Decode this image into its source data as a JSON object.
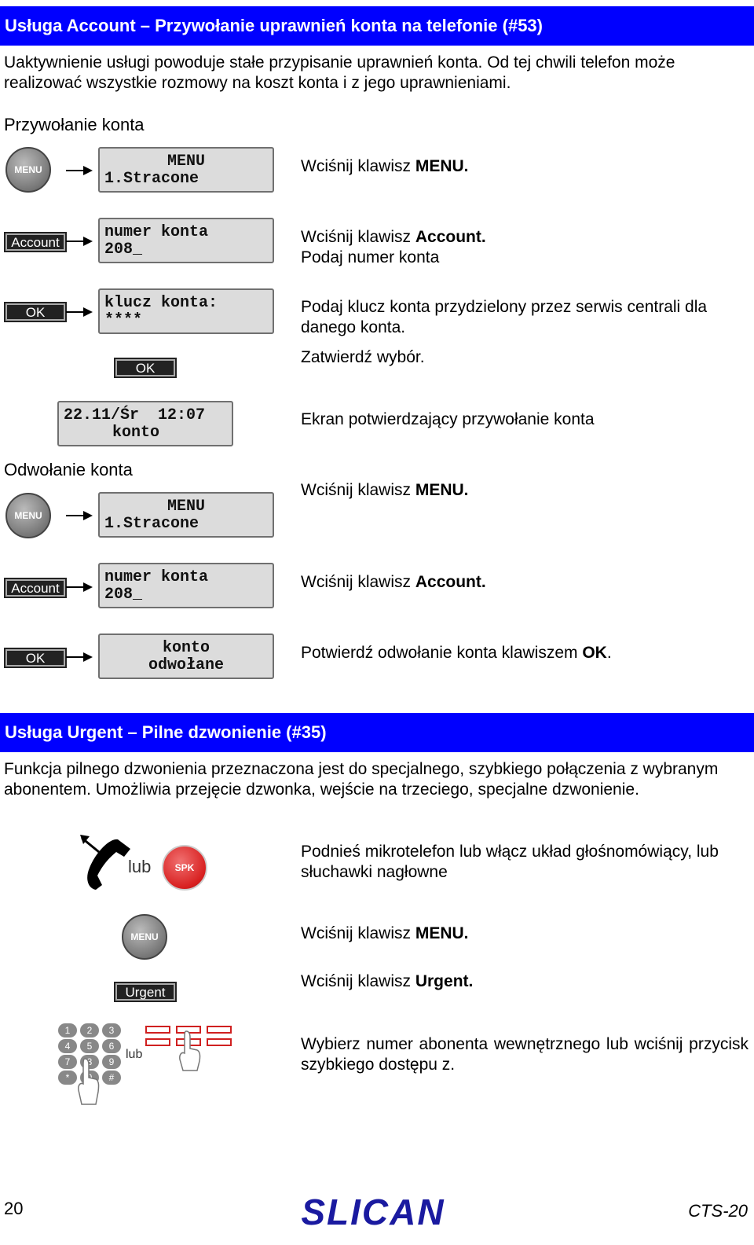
{
  "section1": {
    "banner": "Usługa Account – Przywołanie uprawnień konta na telefonie (#53)",
    "intro": "Uaktywnienie usługi powoduje stałe przypisanie uprawnień konta. Od tej chwili telefon może realizować wszystkie rozmowy na koszt konta i z jego uprawnieniami.",
    "sub_heading_1": "Przywołanie konta",
    "steps": [
      {
        "key": "MENU",
        "lcd": [
          "MENU",
          "1.Stracone"
        ],
        "text_a": "Wciśnij klawisz ",
        "text_b": "MENU."
      },
      {
        "key": "Account",
        "lcd": [
          "numer konta",
          "208_"
        ],
        "text_a": "Wciśnij klawisz ",
        "text_b": "Account.",
        "text_c": "Podaj numer konta"
      },
      {
        "key": "OK",
        "lcd": [
          "klucz konta:",
          "****"
        ],
        "text_a": "Podaj klucz konta przydzielony przez serwis centrali dla danego konta.",
        "ok_key": "OK",
        "text_c": "Zatwierdź wybór."
      },
      {
        "lcd": [
          "22.11/Śr  12:07",
          "konto"
        ],
        "text_a": "Ekran potwierdzający przywołanie konta"
      }
    ],
    "sub_heading_2": "Odwołanie konta",
    "steps2": [
      {
        "key": "MENU",
        "lcd": [
          "MENU",
          "1.Stracone"
        ],
        "text_a": "Wciśnij klawisz ",
        "text_b": "MENU."
      },
      {
        "key": "Account",
        "lcd": [
          "numer konta",
          "208_"
        ],
        "text_a": "Wciśnij klawisz ",
        "text_b": "Account."
      },
      {
        "key": "OK",
        "lcd": [
          "konto",
          "odwołane"
        ],
        "text_a": "Potwierdź odwołanie konta klawiszem ",
        "text_b": "OK",
        "text_c": "."
      }
    ]
  },
  "section2": {
    "banner": "Usługa Urgent – Pilne dzwonienie (#35)",
    "intro": "Funkcja pilnego dzwonienia przeznaczona jest do specjalnego, szybkiego połączenia z wybranym abonentem. Umożliwia przejęcie dzwonka, wejście na trzeciego, specjalne dzwonienie.",
    "lub": "lub",
    "spk_key": "SPK",
    "menu_key": "MENU",
    "urgent_key": "Urgent",
    "keypad": [
      "1",
      "2",
      "3",
      "4",
      "5",
      "6",
      "7",
      "8",
      "9",
      "*",
      "0",
      "#"
    ],
    "step1": "Podnieś mikrotelefon lub włącz układ głośnomówiący, lub słuchawki nagłowne",
    "step2_a": "Wciśnij klawisz ",
    "step2_b": "MENU.",
    "step3_a": "Wciśnij klawisz ",
    "step3_b": "Urgent.",
    "step4": "Wybierz numer abonenta wewnętrznego lub wciśnij przycisk szybkiego dostępu z."
  },
  "footer": {
    "page_number": "20",
    "logo": "SLICAN",
    "code": "CTS-20"
  }
}
